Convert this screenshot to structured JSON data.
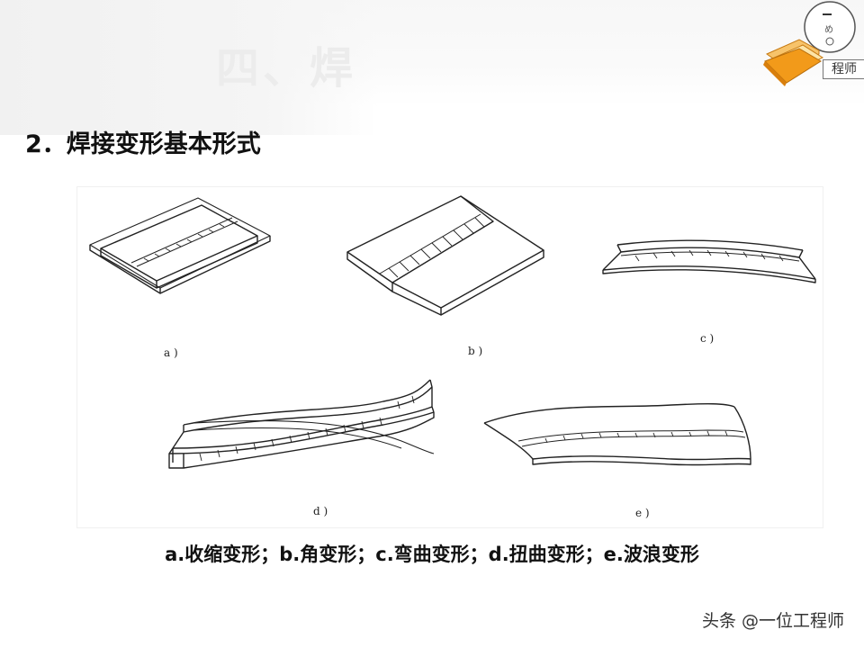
{
  "header": {
    "ghost_title": "四、焊",
    "logo_text": "程师"
  },
  "page_title": "2．焊接变形基本形式",
  "figure": {
    "panels": [
      {
        "id": "a",
        "label": "a )"
      },
      {
        "id": "b",
        "label": "b )"
      },
      {
        "id": "c",
        "label": "c )"
      },
      {
        "id": "d",
        "label": "d )"
      },
      {
        "id": "e",
        "label": "e )"
      }
    ]
  },
  "caption": "a.收缩变形；b.角变形；c.弯曲变形；d.扭曲变形；e.波浪变形",
  "watermark": "头条 @一位工程师",
  "colors": {
    "logo_folder": "#f29a1a",
    "line": "#222222"
  }
}
